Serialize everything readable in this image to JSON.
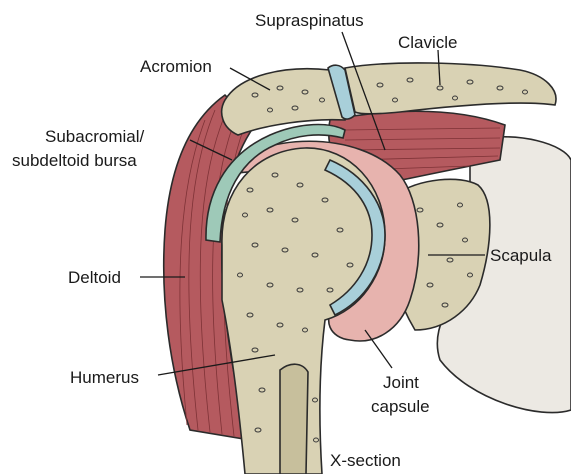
{
  "labels": {
    "supraspinatus": "Supraspinatus",
    "clavicle": "Clavicle",
    "acromion": "Acromion",
    "bursa_line1": "Subacromial/",
    "bursa_line2": "subdeltoid bursa",
    "deltoid": "Deltoid",
    "scapula": "Scapula",
    "humerus": "Humerus",
    "capsule_line1": "Joint",
    "capsule_line2": "capsule",
    "caption": "X-section"
  },
  "colors": {
    "bone": "#d9d2b4",
    "bone_shadow": "#bdb493",
    "muscle": "#b55a5f",
    "muscle_light": "#e3a3a0",
    "bursa": "#9ec9b8",
    "cartilage": "#a8cfd9",
    "capsule": "#e7b3ae",
    "marrow": "#c7bf9c",
    "background_bone": "#ece9e3"
  }
}
